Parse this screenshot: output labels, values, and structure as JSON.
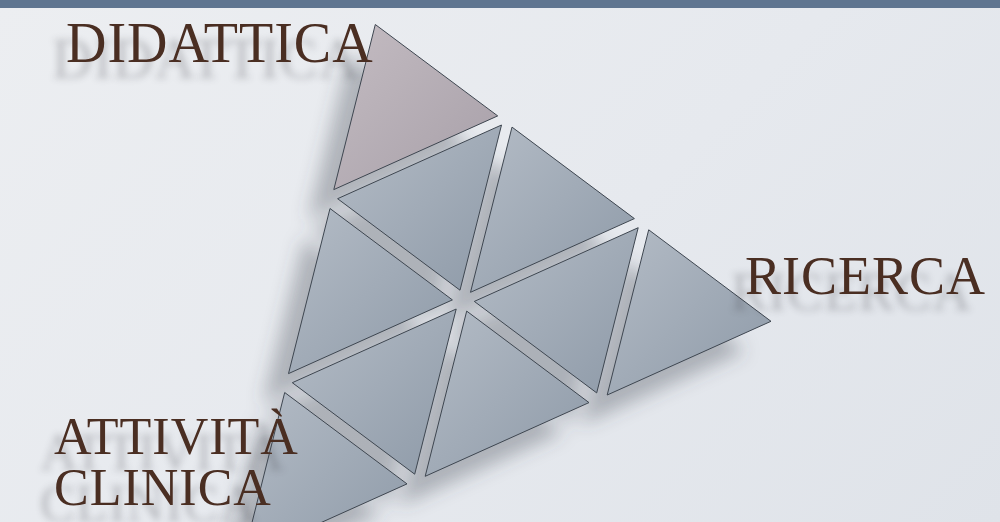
{
  "diagram": {
    "labels": [
      "DIDATTICA",
      "RICERCA",
      "ATTIVITÀ CLINICA"
    ]
  }
}
